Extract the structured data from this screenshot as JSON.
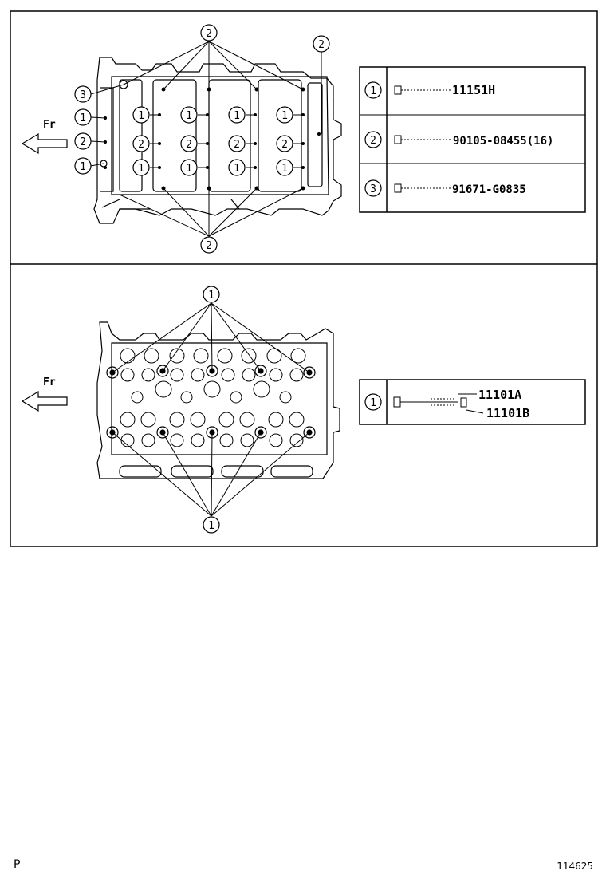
{
  "panels": {
    "top": {
      "fr_label": "Fr",
      "callouts": [
        "1",
        "2",
        "3"
      ],
      "legend": [
        {
          "num": "1",
          "part": "11151H"
        },
        {
          "num": "2",
          "part": "90105-08455(16)"
        },
        {
          "num": "3",
          "part": "91671-G0835"
        }
      ]
    },
    "bottom": {
      "fr_label": "Fr",
      "callouts": [
        "1"
      ],
      "legend": [
        {
          "num": "1",
          "part_a": "11101A",
          "part_b": "11101B"
        }
      ]
    }
  },
  "footer": {
    "left": "P",
    "right": "114625"
  }
}
